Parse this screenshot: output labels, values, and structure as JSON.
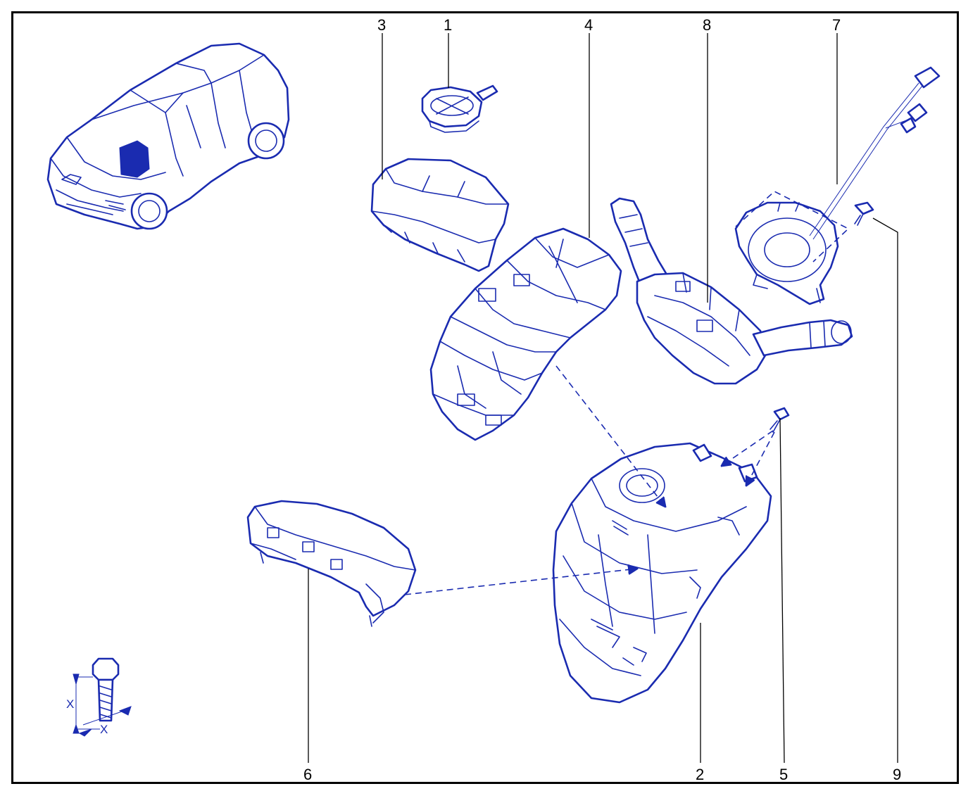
{
  "colors": {
    "line": "#1a2bb0",
    "frame": "#000000",
    "background": "#ffffff"
  },
  "callouts": {
    "c1": "1",
    "c2": "2",
    "c3": "3",
    "c4": "4",
    "c5": "5",
    "c6": "6",
    "c7": "7",
    "c8": "8",
    "c9": "9"
  },
  "torque_symbol": {
    "dim_x_vertical": "X",
    "dim_x_horizontal": "X"
  },
  "icons": [
    "vehicle-locator-icon",
    "torque-bolt-icon"
  ]
}
